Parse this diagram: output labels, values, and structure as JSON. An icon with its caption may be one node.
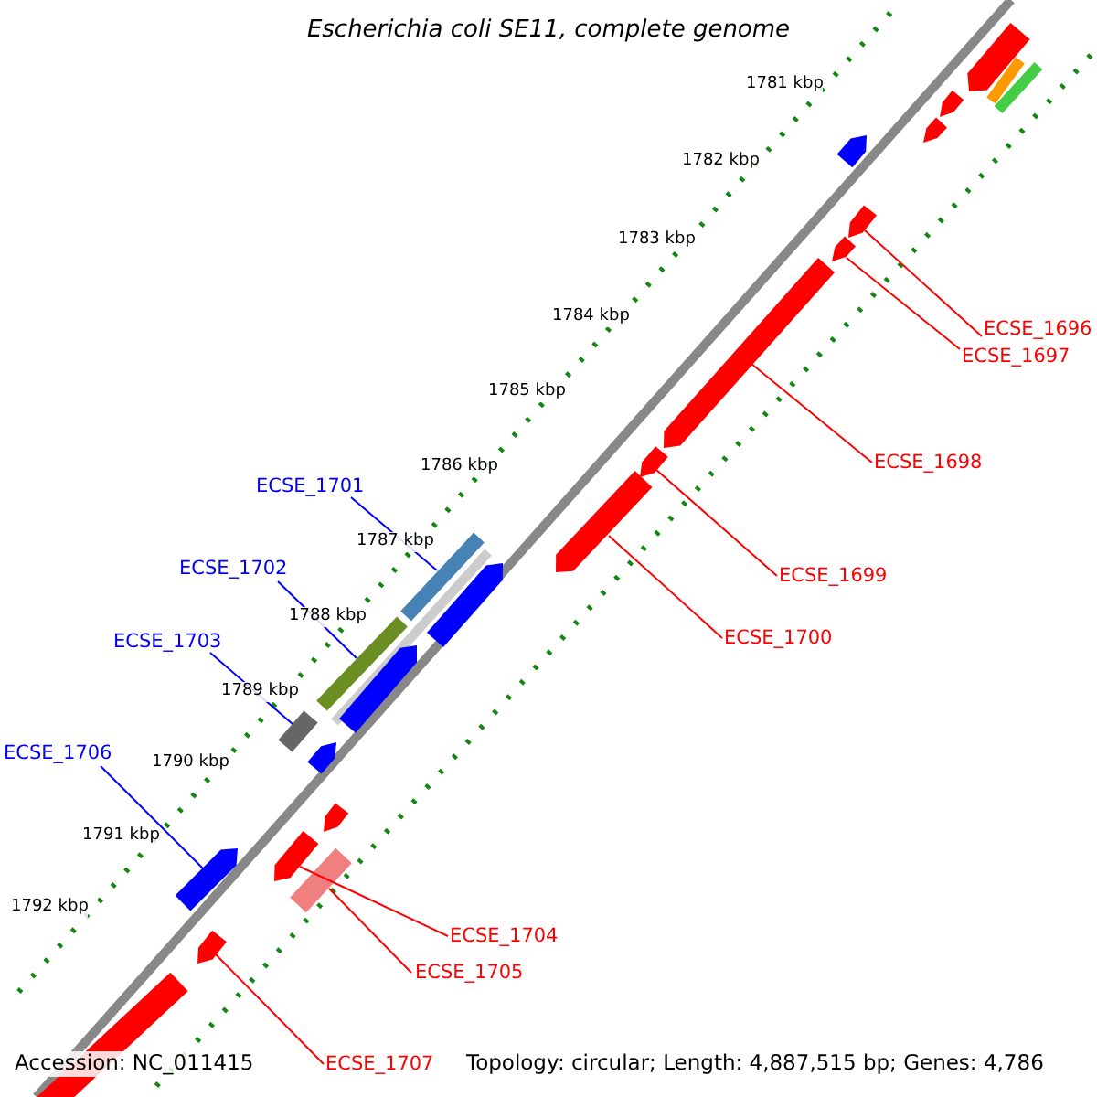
{
  "diagram": {
    "title": "Escherichia coli SE11, complete genome",
    "nodes": [
      {
        "text": [
          "ECSE_1696"
        ]
      },
      {
        "text": [
          "ECSE_1697"
        ]
      },
      {
        "text": [
          "ECSE_1698"
        ]
      },
      {
        "text": [
          "ECSE_1699"
        ]
      },
      {
        "text": [
          "ECSE_1700"
        ]
      },
      {
        "text": [
          "ECSE_1701"
        ]
      },
      {
        "text": [
          "ECSE_1702"
        ]
      },
      {
        "text": [
          "ECSE_1703"
        ]
      },
      {
        "text": [
          "ECSE_1706"
        ]
      },
      {
        "text": [
          "ECSE_1704"
        ]
      },
      {
        "text": [
          "ECSE_1705"
        ]
      },
      {
        "text": [
          "ECSE_1707"
        ]
      },
      {
        "text": [],
        "shape": "bar"
      },
      {
        "text": [],
        "shape": "bar"
      },
      {
        "text": [],
        "shape": "bar"
      },
      {
        "text": [],
        "shape": "bar"
      },
      {
        "text": [],
        "shape": "bar"
      },
      {
        "text": [],
        "shape": "bar"
      },
      {
        "text": [],
        "shape": "bar"
      },
      {
        "text": [],
        "shape": "bar"
      },
      {
        "text": [],
        "shape": "bar"
      },
      {
        "text": [],
        "shape": "bar"
      },
      {
        "text": [],
        "shape": "bar"
      },
      {
        "text": [],
        "shape": "bar"
      },
      {
        "text": [],
        "shape": "bar"
      },
      {
        "text": [],
        "shape": "bar"
      },
      {
        "text": [],
        "shape": "bar"
      },
      {
        "text": [],
        "shape": "bar"
      },
      {
        "text": [],
        "shape": "bar"
      },
      {
        "text": [],
        "shape": "bar"
      },
      {
        "text": [],
        "shape": "bar"
      },
      {
        "text": [],
        "shape": "bar"
      },
      {
        "text": [],
        "shape": "bar"
      },
      {
        "text": [],
        "shape": "bar"
      },
      {
        "text": [],
        "shape": "bar"
      },
      {
        "text": [],
        "shape": "bar"
      }
    ],
    "edges": [
      {
        "from": 0,
        "to": 18,
        "arrow": "none",
        "color": "#ff0000"
      },
      {
        "from": 1,
        "to": 19,
        "arrow": "none",
        "color": "#ff0000"
      },
      {
        "from": 2,
        "to": 20,
        "arrow": "none",
        "color": "#ff0000"
      },
      {
        "from": 3,
        "to": 21,
        "arrow": "none",
        "color": "#ff0000"
      },
      {
        "from": 4,
        "to": 22,
        "arrow": "none",
        "color": "#ff0000"
      },
      {
        "from": 5,
        "to": 23,
        "arrow": "none",
        "color": "#0000ff"
      },
      {
        "from": 6,
        "to": 26,
        "arrow": "none",
        "color": "#0000ff"
      },
      {
        "from": 7,
        "to": 28,
        "arrow": "none",
        "color": "#0000ff"
      },
      {
        "from": 8,
        "to": 32,
        "arrow": "none",
        "color": "#0000ff"
      },
      {
        "from": 9,
        "to": 31,
        "arrow": "none",
        "color": "#ff0000"
      },
      {
        "from": 10,
        "to": 33,
        "arrow": "none",
        "color": "#ff0000"
      },
      {
        "from": 11,
        "to": 34,
        "arrow": "none",
        "color": "#ff0000"
      }
    ],
    "labels": [
      "1781 kbp",
      "1782 kbp",
      "1783 kbp",
      "1784 kbp",
      "1785 kbp",
      "1786 kbp",
      "1787 kbp",
      "1788 kbp",
      "1789 kbp",
      "1790 kbp",
      "1791 kbp",
      "1792 kbp",
      "Accession: NC_011415",
      "Topology: circular; Length: 4,887,515 bp; Genes: 4,786"
    ]
  }
}
